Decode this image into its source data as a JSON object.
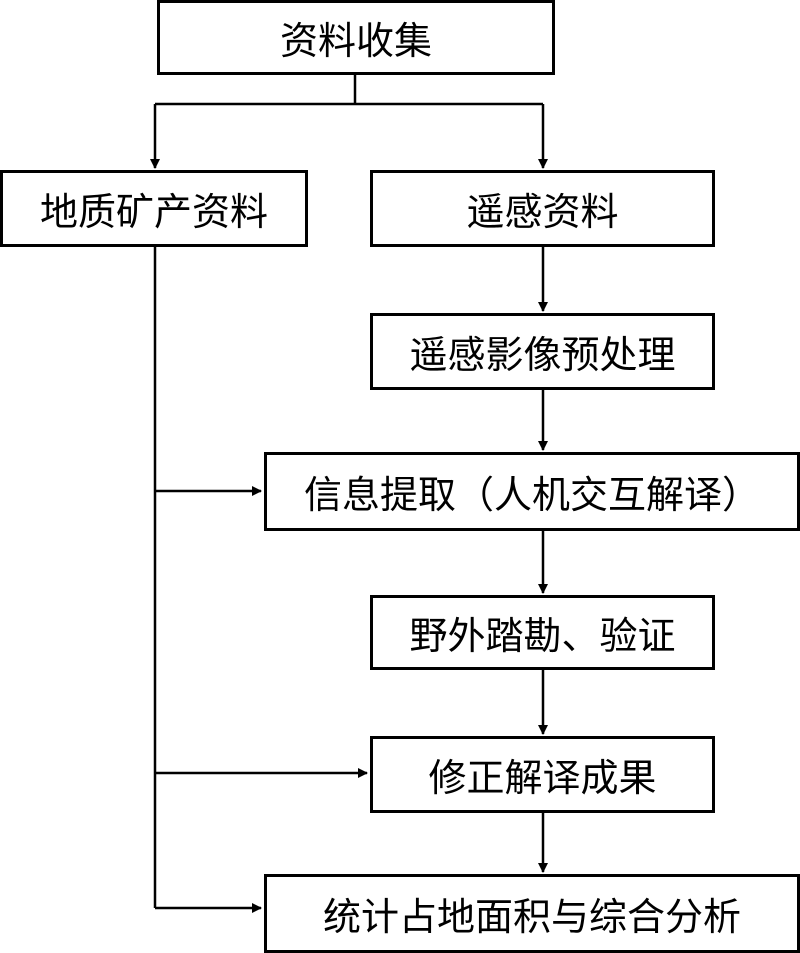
{
  "flowchart": {
    "nodes": {
      "collect": "资料收集",
      "geo": "地质矿产资料",
      "rs": "遥感资料",
      "preprocess": "遥感影像预处理",
      "extract": "信息提取（人机交互解译）",
      "field": "野外踏勘、验证",
      "revise": "修正解译成果",
      "stats": "统计占地面积与综合分析"
    },
    "edges": [
      [
        "collect",
        "geo"
      ],
      [
        "collect",
        "rs"
      ],
      [
        "rs",
        "preprocess"
      ],
      [
        "preprocess",
        "extract"
      ],
      [
        "extract",
        "field"
      ],
      [
        "field",
        "revise"
      ],
      [
        "revise",
        "stats"
      ],
      [
        "geo",
        "extract"
      ],
      [
        "geo",
        "revise"
      ],
      [
        "geo",
        "stats"
      ]
    ]
  }
}
